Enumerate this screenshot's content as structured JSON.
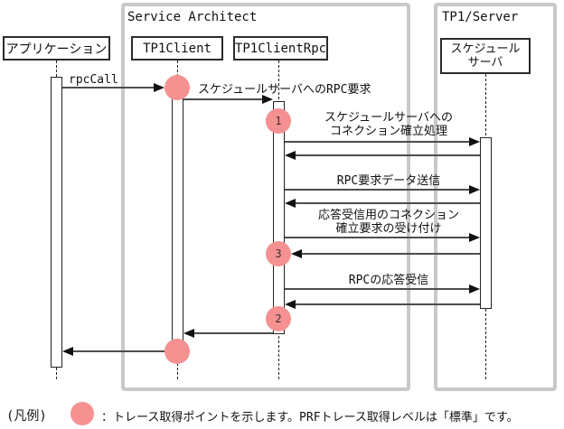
{
  "colors": {
    "trace_point_fill": "#f59191",
    "container_border": "#c9c9c9",
    "arrow_line": "#4d4d4d"
  },
  "containers": {
    "service_architect": {
      "label": "Service Architect"
    },
    "tp1_server": {
      "label": "TP1/Server"
    }
  },
  "actors": {
    "application": {
      "label": "アプリケーション"
    },
    "tp1client": {
      "label": "TP1Client"
    },
    "tp1clientrpc": {
      "label": "TP1ClientRpc"
    },
    "schedule_server": {
      "label": "スケジュール\nサーバ"
    }
  },
  "messages": {
    "rpc_call": "rpcCall",
    "rpc_request": "スケジュールサーバへのRPC要求",
    "connection_establish": "スケジュールサーバへの\nコネクション確立処理",
    "rpc_data_send": "RPC要求データ送信",
    "response_connection": "応答受信用のコネクション\n確立要求の受け付け",
    "rpc_response": "RPCの応答受信"
  },
  "trace_points": {
    "p1": "1",
    "p3": "3",
    "p2": "2"
  },
  "legend": {
    "title": "(凡例)",
    "description": "：トレース取得ポイントを示します。PRFトレース取得レベルは「標準」です。"
  }
}
